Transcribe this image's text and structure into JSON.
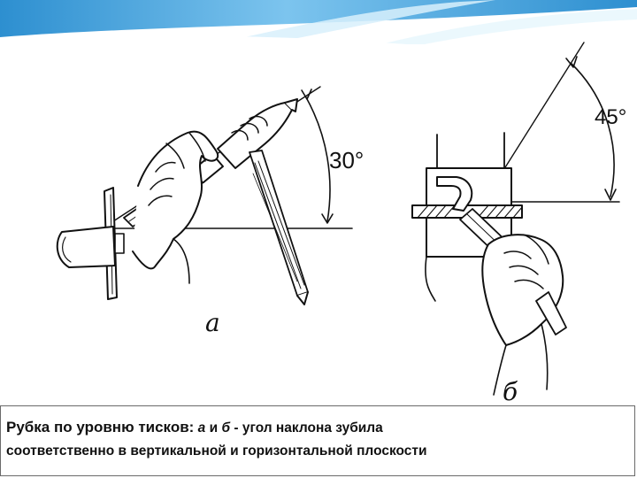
{
  "figure": {
    "panel_a": {
      "label": "а",
      "angle_label": "30°"
    },
    "panel_b": {
      "label": "б",
      "angle_label": "45°"
    }
  },
  "caption": {
    "title": "Рубка по уровню тисков",
    "colon": ":",
    "letter_a": "а",
    "conjunction": " и ",
    "letter_b": "б",
    "rest_line1": " - угол наклона зубила",
    "line2": "соответственно в вертикальной и горизонтальной плоскости"
  },
  "colors": {
    "header_blue": "#2d8fd0",
    "header_light": "#bfe3f7",
    "ink": "#111111",
    "caption_border": "#6a6a6a"
  }
}
